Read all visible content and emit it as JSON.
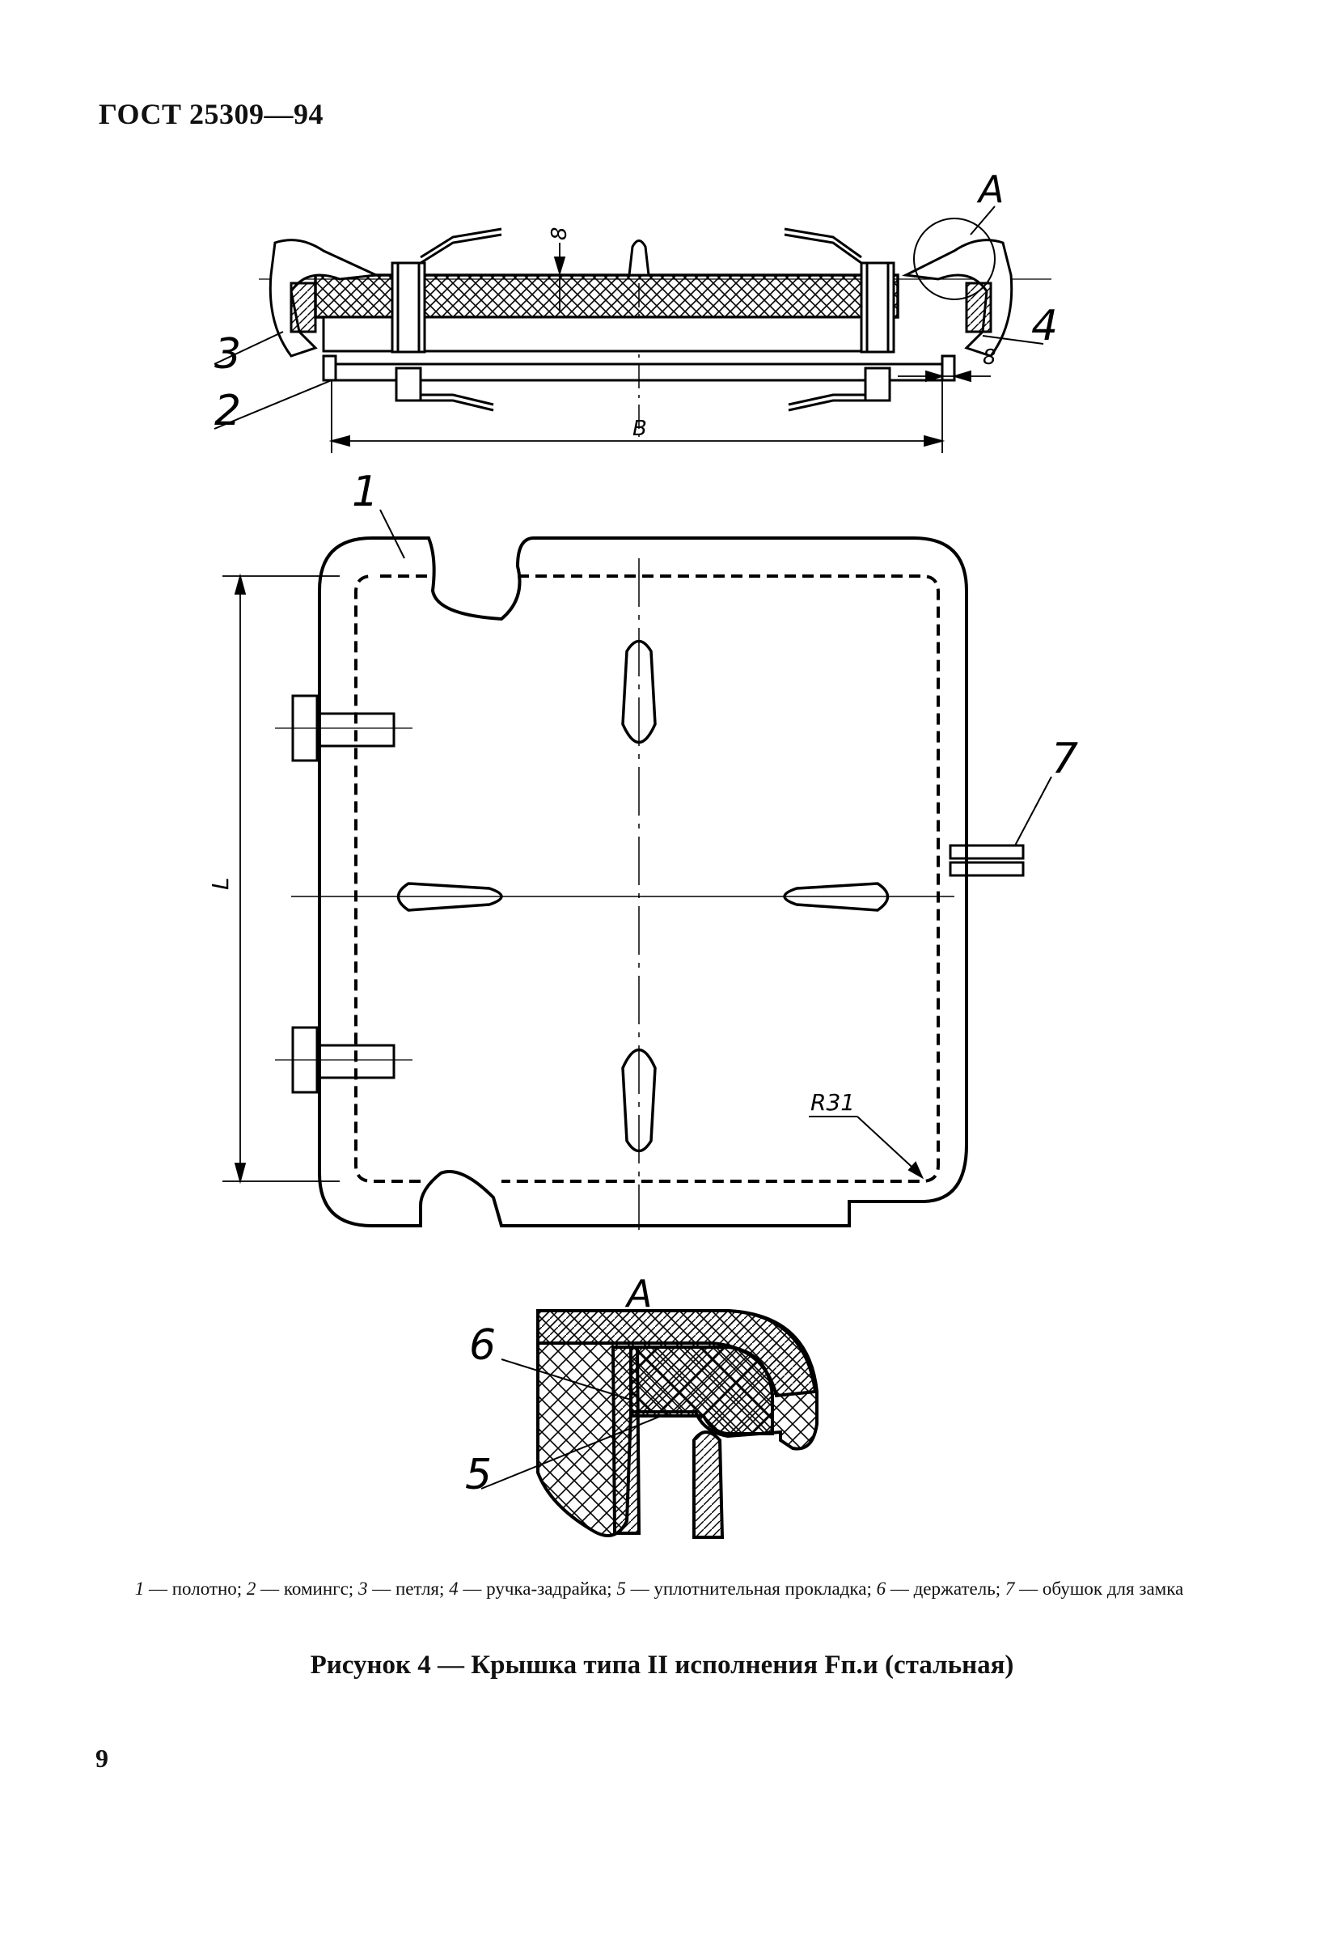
{
  "header": {
    "standard": "ГОСТ 25309—94"
  },
  "drawing": {
    "callouts": [
      "1",
      "2",
      "3",
      "4",
      "5",
      "6",
      "7"
    ],
    "dimensions": {
      "width": "B",
      "length": "L",
      "gap_top": "8",
      "gap_side": "8",
      "radius": "R31"
    },
    "detail_label": "A"
  },
  "legend": {
    "items": [
      {
        "num": "1",
        "text": "полотно;"
      },
      {
        "num": "2",
        "text": "комингс;"
      },
      {
        "num": "3",
        "text": "петля;"
      },
      {
        "num": "4",
        "text": "ручка-задрайка;"
      },
      {
        "num": "5",
        "text": "уплотнительная прокладка;"
      },
      {
        "num": "6",
        "text": "держатель;"
      },
      {
        "num": "7",
        "text": "обушок для замка"
      }
    ],
    "dash": "—"
  },
  "caption": {
    "text": "Рисунок 4 — Крышка типа II исполнения Fп.и (стальная)"
  },
  "page_number": "9"
}
